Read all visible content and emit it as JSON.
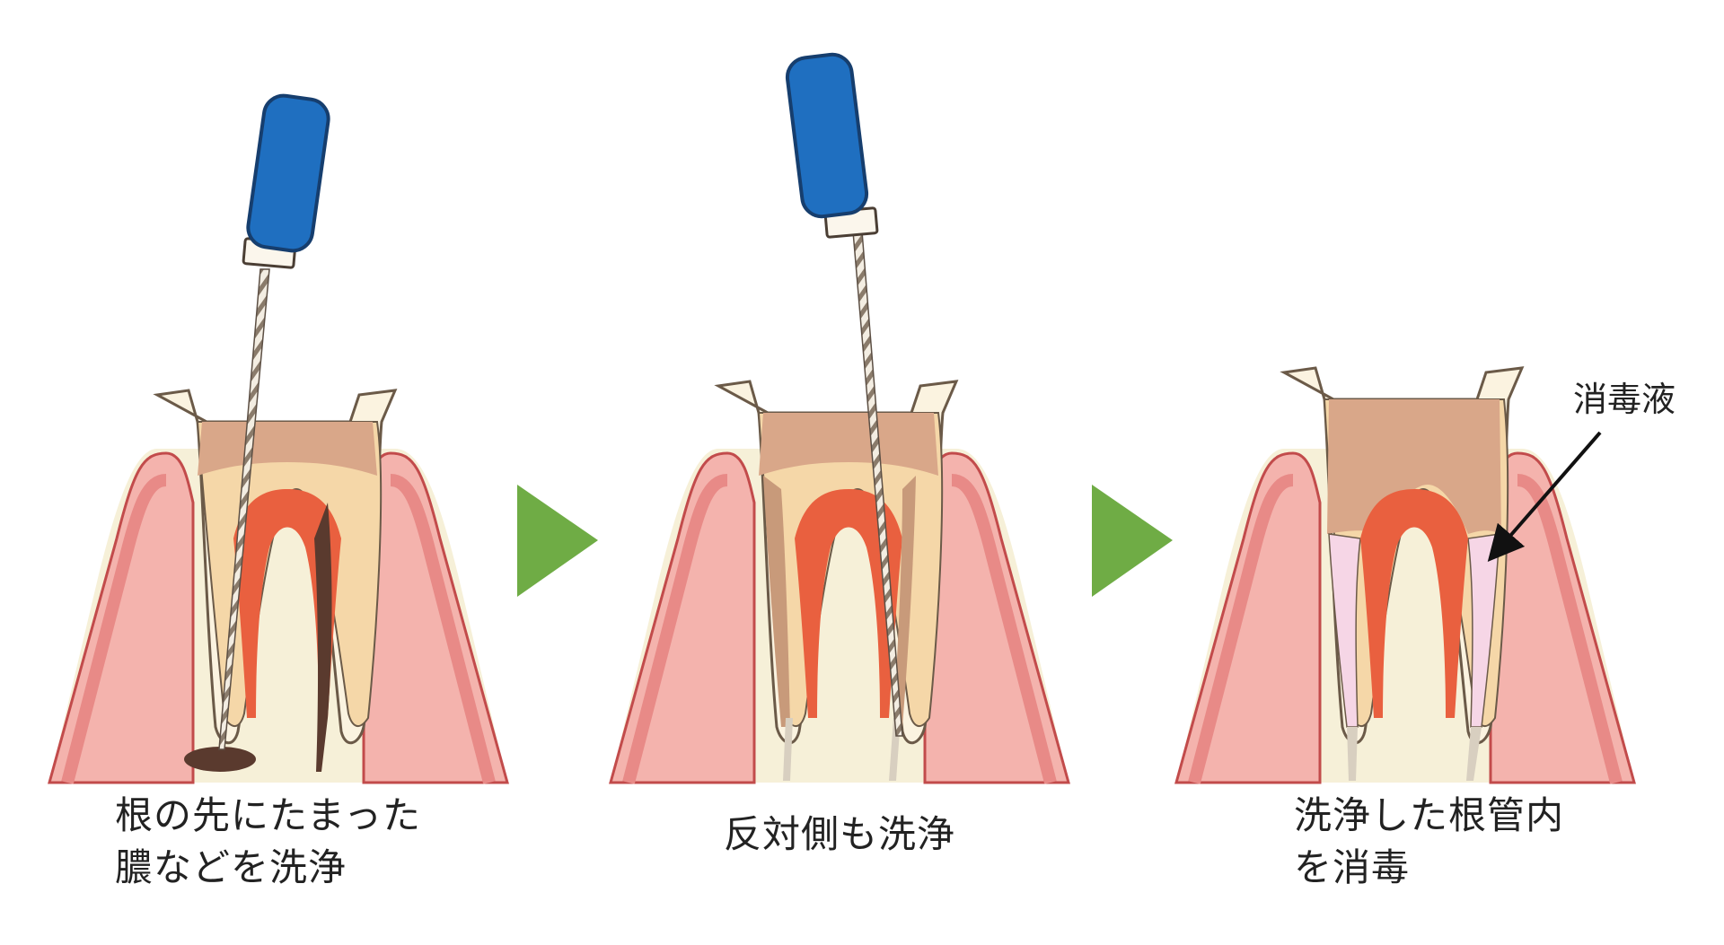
{
  "panels": [
    {
      "caption_lines": [
        "根の先にたまった",
        "膿などを洗浄"
      ]
    },
    {
      "caption_lines": [
        "反対側も洗浄"
      ]
    },
    {
      "caption_lines": [
        "洗浄した根管内",
        "を消毒"
      ],
      "callout": "消毒液"
    }
  ],
  "colors": {
    "gum_outer": "#e88a87",
    "gum_inner": "#f4b3ad",
    "bone": "#f6f0d8",
    "enamel": "#fbf3e0",
    "dentin": "#f5d7a8",
    "pulp": "#e9603f",
    "cavity": "#d9a789",
    "pus": "#5a3a2e",
    "file_handle": "#1f6fc0",
    "file_shaft": "#d8cfc0",
    "arrow": "#6fac45",
    "disinfectant": "#f6d6e6"
  },
  "icons": [
    "endodontic-file-icon",
    "next-arrow-icon"
  ]
}
